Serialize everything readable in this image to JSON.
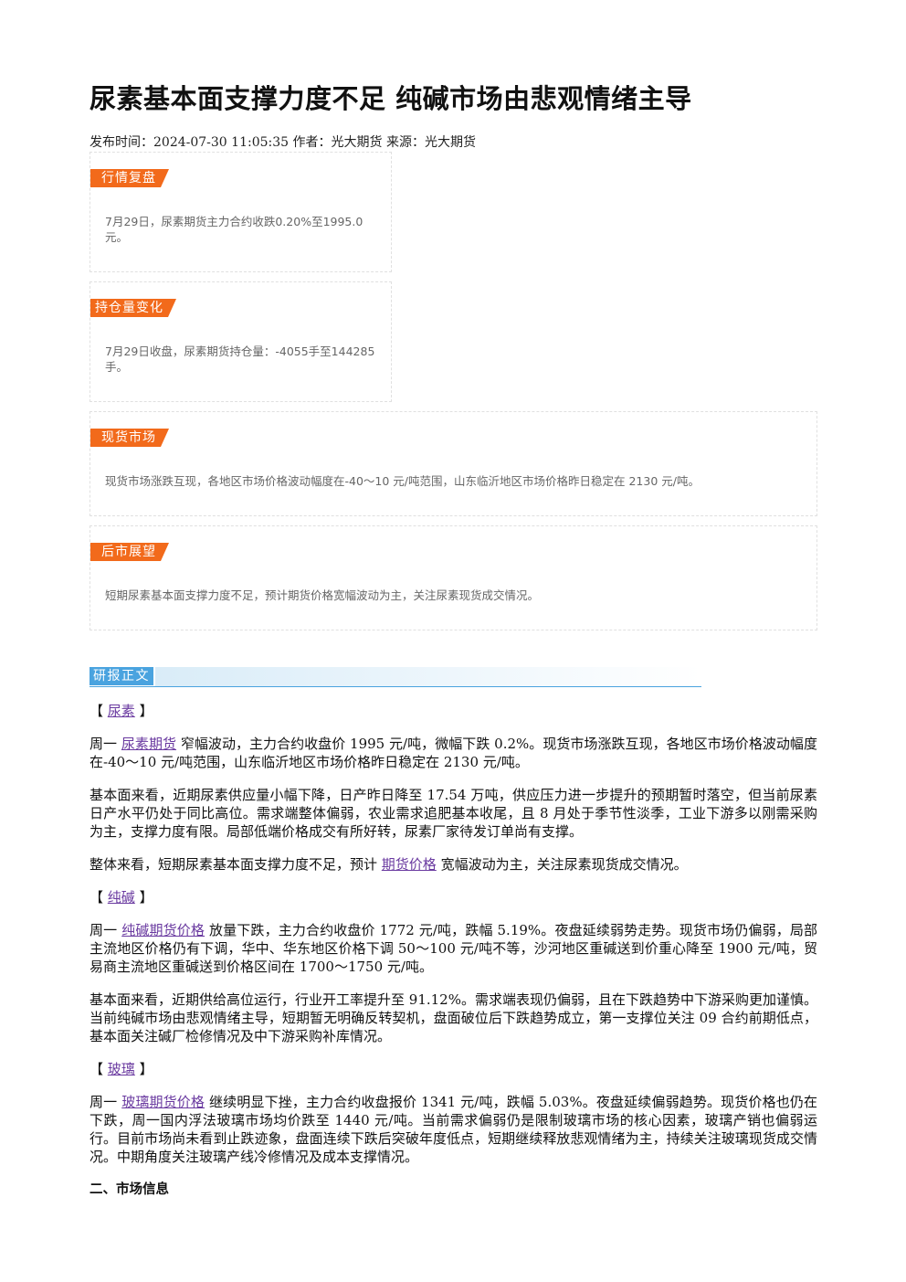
{
  "title": "尿素基本面支撑力度不足 纯碱市场由悲观情绪主导",
  "meta": "发布时间：2024-07-30 11:05:35 作者：光大期货 来源：光大期货",
  "boxes": [
    {
      "tag": "行情复盘",
      "text": "7月29日，尿素期货主力合约收跌0.20%至1995.0元。"
    },
    {
      "tag": "持仓量变化",
      "text": "7月29日收盘，尿素期货持仓量：-4055手至144285手。"
    },
    {
      "tag": "现货市场",
      "text": "现货市场涨跌互现，各地区市场价格波动幅度在-40～10 元/吨范围，山东临沂地区市场价格昨日稳定在 2130 元/吨。"
    },
    {
      "tag": "后市展望",
      "text": "短期尿素基本面支撑力度不足，预计期货价格宽幅波动为主，关注尿素现货成交情况。"
    }
  ],
  "section_title": "研报正文",
  "urea": {
    "bracket_open": "【",
    "bracket_link": "尿素",
    "bracket_close": "】",
    "p1_prefix": "周一",
    "p1_link": "尿素期货",
    "p1_text": "窄幅波动，主力合约收盘价 1995 元/吨，微幅下跌 0.2%。现货市场涨跌互现，各地区市场价格波动幅度在-40～10 元/吨范围，山东临沂地区市场价格昨日稳定在 2130 元/吨。",
    "p2": "基本面来看，近期尿素供应量小幅下降，日产昨日降至 17.54 万吨，供应压力进一步提升的预期暂时落空，但当前尿素日产水平仍处于同比高位。需求端整体偏弱，农业需求追肥基本收尾，且 8 月处于季节性淡季，工业下游多以刚需采购为主，支撑力度有限。局部低端价格成交有所好转，尿素厂家待发订单尚有支撑。",
    "p3_prefix": "整体来看，短期尿素基本面支撑力度不足，预计",
    "p3_link": "期货价格",
    "p3_text": "宽幅波动为主，关注尿素现货成交情况。"
  },
  "soda": {
    "bracket_open": "【",
    "bracket_link": "纯碱",
    "bracket_close": "】",
    "p1_prefix": "周一",
    "p1_link": "纯碱期货价格",
    "p1_text": "放量下跌，主力合约收盘价 1772 元/吨，跌幅 5.19%。夜盘延续弱势走势。现货市场仍偏弱，局部主流地区价格仍有下调，华中、华东地区价格下调 50～100 元/吨不等，沙河地区重碱送到价重心降至 1900 元/吨，贸易商主流地区重碱送到价格区间在 1700～1750 元/吨。",
    "p2": "基本面来看，近期供给高位运行，行业开工率提升至 91.12%。需求端表现仍偏弱，且在下跌趋势中下游采购更加谨慎。当前纯碱市场由悲观情绪主导，短期暂无明确反转契机，盘面破位后下跌趋势成立，第一支撑位关注 09 合约前期低点，基本面关注碱厂检修情况及中下游采购补库情况。"
  },
  "glass": {
    "bracket_open": "【",
    "bracket_link": "玻璃",
    "bracket_close": "】",
    "p1_prefix": "周一",
    "p1_link": "玻璃期货价格",
    "p1_text": "继续明显下挫，主力合约收盘报价 1341 元/吨，跌幅 5.03%。夜盘延续偏弱趋势。现货价格也仍在下跌，周一国内浮法玻璃市场均价跌至 1440 元/吨。当前需求偏弱仍是限制玻璃市场的核心因素，玻璃产销也偏弱运行。目前市场尚未看到止跌迹象，盘面连续下跌后突破年度低点，短期继续释放悲观情绪为主，持续关注玻璃现货成交情况。中期角度关注玻璃产线冷修情况及成本支撑情况。"
  },
  "market_info_heading": "二、市场信息"
}
